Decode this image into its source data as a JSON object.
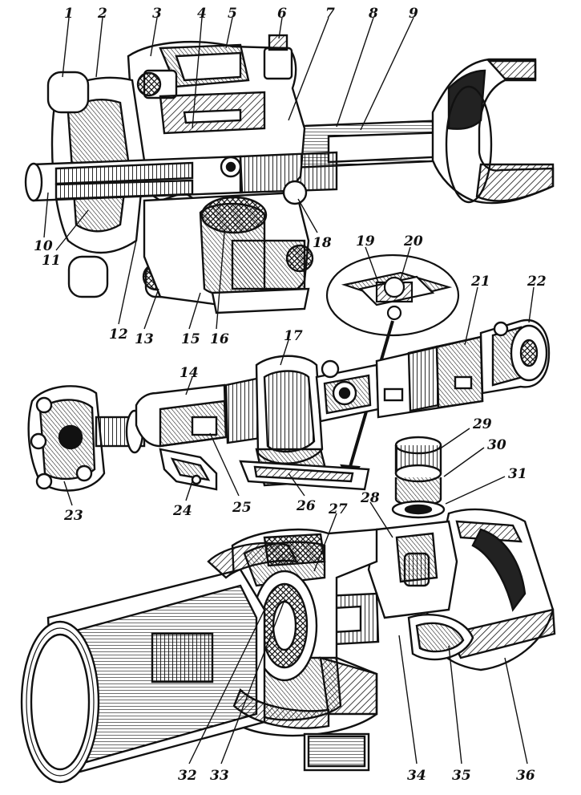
{
  "diagram": {
    "kind": "technical cutaway illustration",
    "colors": {
      "ink": "#111111",
      "paper": "#ffffff",
      "shade": "#2a2a2a"
    },
    "callouts": [
      "1",
      "2",
      "3",
      "4",
      "5",
      "6",
      "7",
      "8",
      "9",
      "10",
      "11",
      "12",
      "13",
      "14",
      "15",
      "16",
      "17",
      "18",
      "19",
      "20",
      "21",
      "22",
      "23",
      "24",
      "25",
      "26",
      "27",
      "28",
      "29",
      "30",
      "31",
      "32",
      "33",
      "34",
      "35",
      "36"
    ]
  }
}
